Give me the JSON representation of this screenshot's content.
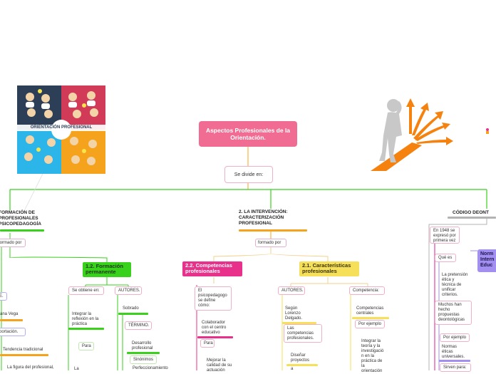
{
  "root": {
    "title": "Aspectos Profesionales de la Orientación."
  },
  "divides": {
    "label": "Se divide en:"
  },
  "image_card": {
    "caption": "ORIENTACIÓN PROFESIONAL"
  },
  "branches": {
    "b1": {
      "title_lines": [
        "FORMACIÓN DE",
        "PROFESIONALES",
        "PSICOPEDAGOGÍA"
      ],
      "formado_por": "formado por"
    },
    "b2": {
      "title_lines": [
        "2. LA INTERVENCIÓN:",
        "CARACTERIZACIÓN",
        "PROFESIONAL"
      ],
      "formado_por": "formado por"
    },
    "b3": {
      "title": "CÓDIGO DEONT"
    }
  },
  "b1_children": {
    "left_items": [
      "E.",
      "ana Vega",
      "portación.",
      "Tendencia tradicional",
      "La figura del profesional,"
    ],
    "formacion": {
      "title_lines": [
        "1.2. Formación",
        "permanente"
      ],
      "se_obtiene": "Se obtiene en:",
      "autores": "AUTORES.",
      "integrar": [
        "Integrar la",
        "reflexión en la",
        "práctica"
      ],
      "para": "Para",
      "la": "La",
      "sobrado": "Sobrado",
      "termino": "TÉRMINO.",
      "desarrollo": [
        "Desarrollo",
        "profesional"
      ],
      "sinonimos": "Sinónimos",
      "perfeccionamiento": "Perfeccionamiento"
    }
  },
  "b2_children": {
    "competencias": {
      "title_lines": [
        "2.2. Competencias",
        "profesionales"
      ],
      "psico": [
        "El",
        "psicopedagogo",
        "se define",
        "cómo:"
      ],
      "colaborador": [
        "Colaborador",
        "con el centro",
        "educativo"
      ],
      "para": "Para",
      "mejorar": [
        "Mejorar la",
        "calidad de su",
        "actuación"
      ]
    },
    "caracteristicas": {
      "title_lines": [
        "2.1. Características",
        "profesionales"
      ],
      "autores": "AUTORES.",
      "competencia": "Competencia:",
      "segun": [
        "Según",
        "Lorenzo",
        "Delgado."
      ],
      "las_comp": [
        "Las",
        "competencias",
        "profesionales."
      ],
      "disenar": [
        "Diseñar",
        "proyectos"
      ],
      "a": "a",
      "comp_centrales": [
        "Competencias",
        "centrales"
      ],
      "por_ejemplo": "Por ejemplo",
      "integrar": [
        "Integrar la",
        "teoría y la",
        "investigació",
        "n en la",
        "práctica de",
        "la",
        "orientación"
      ]
    }
  },
  "b3_children": {
    "en1948": [
      "En 1948 se",
      "expresó por",
      "primera vez"
    ],
    "que_es": "Qué es",
    "pretension": [
      "La pretensión",
      "ética y",
      "técnica de",
      "unificar",
      "criterios."
    ],
    "muchos": [
      "Muchos han",
      "hecho",
      "propuestas",
      "deontológicas"
    ],
    "por_ejemplo": "Por ejemplo",
    "normas": [
      "Normas",
      "éticas",
      "universales."
    ],
    "sirven": "Sirven para:",
    "norm_box": [
      "Norm",
      "Intern",
      "Educ"
    ]
  },
  "colors": {
    "root": "#f06c93",
    "green": "#39d11c",
    "orange": "#f5a31c",
    "pink": "#e8318a",
    "yellow": "#f6e05a",
    "gray": "#b3b3b3",
    "purple": "#a28ff0",
    "magenta": "#d81b9a"
  }
}
